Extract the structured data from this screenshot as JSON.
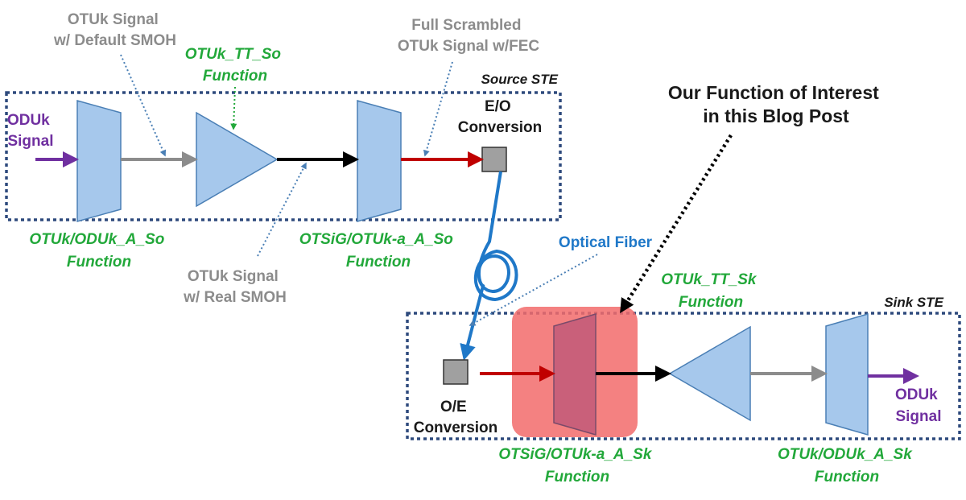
{
  "labels": {
    "otuk_default_smoh": [
      "OTUk Signal",
      "w/ Default SMOH"
    ],
    "otuk_tt_so": [
      "OTUk_TT_So",
      "Function"
    ],
    "full_scrambled": [
      "Full Scrambled",
      "OTUk Signal w/FEC"
    ],
    "source_ste": "Source STE",
    "eo_conversion": [
      "E/O",
      "Conversion"
    ],
    "oduk_signal_in": [
      "ODUk",
      "Signal"
    ],
    "function_of_interest": [
      "Our Function of Interest",
      "in this Blog Post"
    ],
    "otuk_oduk_a_so": [
      "OTUk/ODUk_A_So",
      "Function"
    ],
    "otsig_otuk_a_so": [
      "OTSiG/OTUk-a_A_So",
      "Function"
    ],
    "optical_fiber": "Optical Fiber",
    "otuk_real_smoh": [
      "OTUk Signal",
      "w/ Real SMOH"
    ],
    "otuk_tt_sk": [
      "OTUk_TT_Sk",
      "Function"
    ],
    "sink_ste": "Sink STE",
    "oe_conversion": [
      "O/E",
      "Conversion"
    ],
    "oduk_signal_out": [
      "ODUk",
      "Signal"
    ],
    "otsig_otuk_a_sk": [
      "OTSiG/OTUk-a_A_Sk",
      "Function"
    ],
    "otuk_oduk_a_sk": [
      "OTUk/ODUk_A_Sk",
      "Function"
    ]
  },
  "colors": {
    "block_fill": "#a6c8ec",
    "block_stroke": "#4a7fb5",
    "highlight_fill": "#f26b6b",
    "highlighted_block_fill": "#c9607a",
    "converter_fill": "#a0a0a0",
    "gray_arrow": "#8c8c8c",
    "black_arrow": "#000000",
    "red_arrow": "#c00000",
    "purple_arrow": "#7030a0",
    "fiber": "#1f78c8",
    "ste_border": "#2e4a7d"
  }
}
